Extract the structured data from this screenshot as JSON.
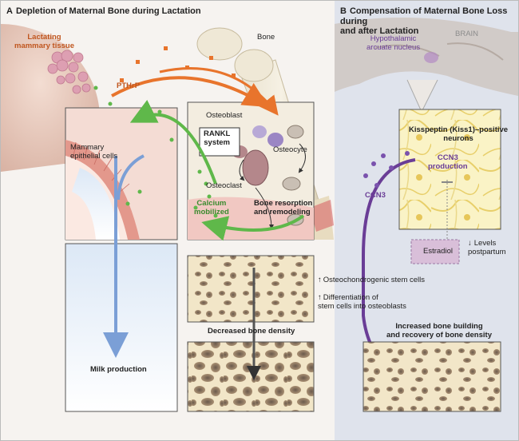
{
  "panel_a": {
    "letter": "A",
    "title": "Depletion of Maternal Bone during Lactation",
    "lactating_tissue": "Lactating\nmammary tissue",
    "pthrp": "PTHrP",
    "bone": "Bone",
    "osteoblast": "Osteoblast",
    "rankl": "RANKL\nsystem",
    "osteocyte": "Osteocyte",
    "osteoclast": "Osteoclast",
    "mammary_cells": "Mammary\nepithelial cells",
    "calcium": "Calcium\nmobilized",
    "resorption": "Bone resorption\nand remodeling",
    "decreased_density": "Decreased bone density",
    "milk": "Milk production"
  },
  "panel_b": {
    "letter": "B",
    "title": "Compensation of Maternal Bone Loss during\nand after Lactation",
    "brain": "BRAIN",
    "hypothalamic": "Hypothalamic\narcuate nucleus",
    "kiss1": "Kisspeptin (Kiss1)–positive\nneurons",
    "ccn3_production": "CCN3\nproduction",
    "ccn3": "CCN3",
    "estradiol": "Estradiol",
    "levels": "Levels\npostpartum",
    "stem_cells": "Osteochondrogenic stem cells",
    "differentiation": "Differentiation of\nstem cells into osteoblasts",
    "recovery": "Increased bone building\nand recovery of bone density"
  },
  "colors": {
    "pthrp_arrow": "#e8742c",
    "calcium_arrow": "#5fb84a",
    "ccn3_arrow": "#6a3d96",
    "milk_arrow": "#7b9fd6",
    "panel_b_bg": "#dfe3ec",
    "bone_texture": "#f1e4c4"
  }
}
